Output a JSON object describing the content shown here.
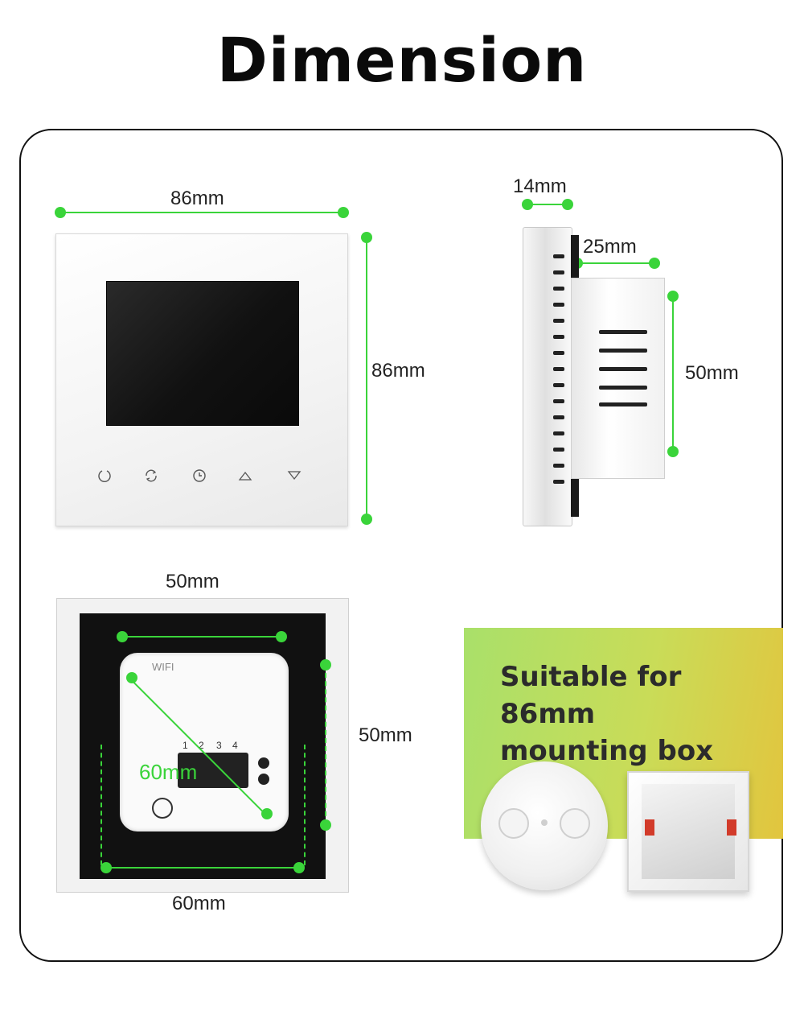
{
  "title": "Dimension",
  "front_view": {
    "width_label": "86mm",
    "height_label": "86mm",
    "icons": [
      "power-icon",
      "mode-icon",
      "clock-icon",
      "arrow-up-icon",
      "arrow-down-icon"
    ]
  },
  "side_view": {
    "plate_label": "14mm",
    "depth_label": "25mm",
    "height_label": "50mm"
  },
  "back_view": {
    "top_label": "50mm",
    "side_label": "50mm",
    "diagonal_label": "60mm",
    "bottom_label": "60mm",
    "module_text": "WIFI",
    "terminal_numbers": [
      "1",
      "2",
      "3",
      "4"
    ]
  },
  "promo": {
    "line1": "Suitable for 86mm",
    "line2": "mounting box"
  },
  "colors": {
    "accent": "#3ad43a",
    "promo_start": "#a9e06a",
    "promo_end": "#e2c53e"
  }
}
